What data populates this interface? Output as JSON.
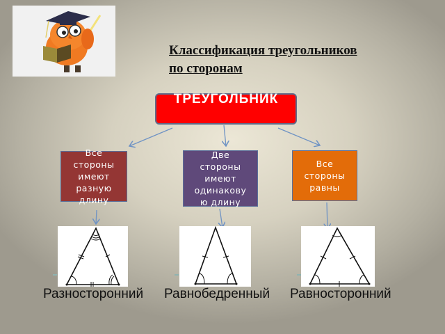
{
  "slide": {
    "title_lines": [
      "Классификация треугольников ",
      "по сторонам  "
    ],
    "root": {
      "label": "ТРЕУГОЛЬНИК",
      "color": "#ff0000"
    },
    "categories": [
      {
        "text": "Все\nстороны\nимеют\nразную\nдлину",
        "color": "#943634"
      },
      {
        "text": "Две\nстороны\nимеют\nодинакову\nю длину",
        "color": "#5f497a"
      },
      {
        "text": "Все\nстороны\nравны",
        "color": "#e36c09"
      }
    ],
    "triangles": [
      {
        "label": "Разносторонний"
      },
      {
        "label": "Равнобедренный"
      },
      {
        "label": "Равносторонний"
      }
    ],
    "mascot": {
      "icon": "owl-professor-icon"
    },
    "arrow_color": "#6f93c4"
  }
}
